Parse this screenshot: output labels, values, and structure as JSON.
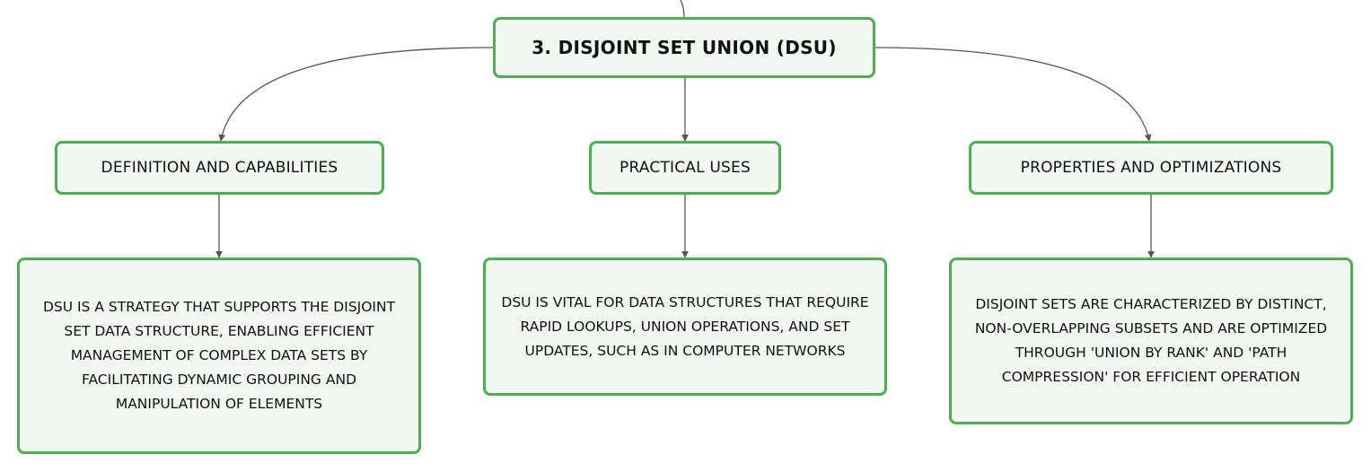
{
  "root": {
    "title": "3. DISJOINT SET UNION (DSU)"
  },
  "branches": [
    {
      "title": "DEFINITION AND CAPABILITIES",
      "detail": "DSU IS A STRATEGY THAT SUPPORTS THE DISJOINT SET DATA STRUCTURE, ENABLING EFFICIENT MANAGEMENT OF COMPLEX DATA SETS BY FACILITATING DYNAMIC GROUPING AND MANIPULATION OF ELEMENTS"
    },
    {
      "title": "PRACTICAL USES",
      "detail": "DSU IS VITAL FOR DATA STRUCTURES THAT REQUIRE RAPID LOOKUPS, UNION OPERATIONS, AND SET UPDATES, SUCH AS IN COMPUTER NETWORKS"
    },
    {
      "title": "PROPERTIES AND OPTIMIZATIONS",
      "detail": "DISJOINT SETS ARE CHARACTERIZED BY DISTINCT, NON-OVERLAPPING SUBSETS AND ARE OPTIMIZED THROUGH 'UNION BY RANK' AND 'PATH COMPRESSION' FOR EFFICIENT OPERATION"
    }
  ],
  "colors": {
    "node_border": "#4caf50",
    "node_fill": "#f1f8f1",
    "connector": "#555555"
  }
}
